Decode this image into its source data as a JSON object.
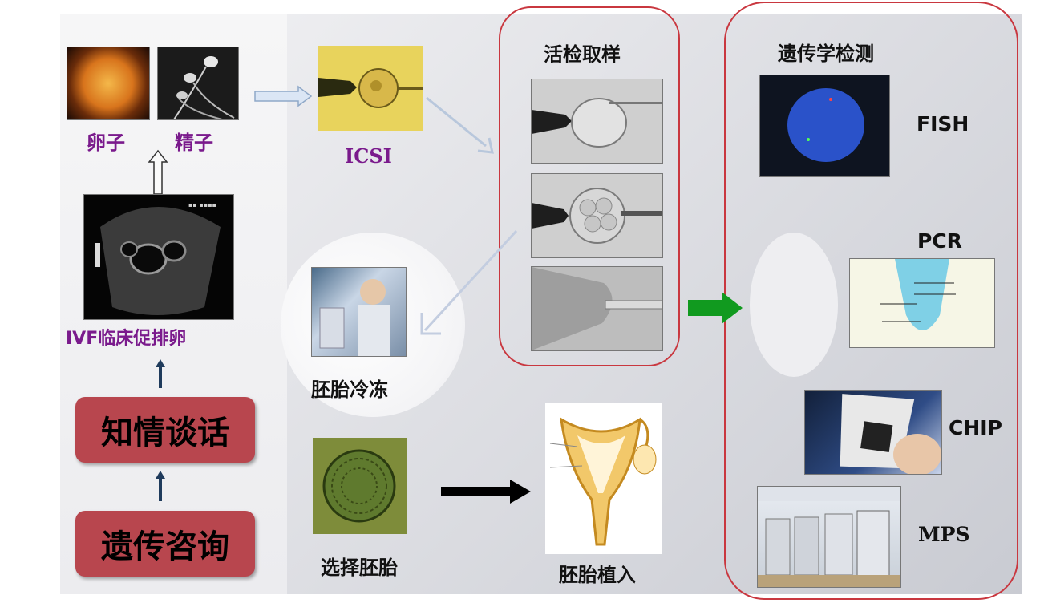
{
  "labels": {
    "egg": "卵子",
    "sperm": "精子",
    "ivf": "IVF临床促排卵",
    "icsi": "ICSI",
    "biopsy": "活检取样",
    "genetic": "遗传学检测",
    "freeze": "胚胎冷冻",
    "select": "选择胚胎",
    "implant": "胚胎植入"
  },
  "steps": {
    "informed_talk": "知情谈话",
    "genetic_counsel": "遗传咨询"
  },
  "methods": [
    "FISH",
    "PCR",
    "CHIP",
    "MPS"
  ],
  "colors": {
    "purple_label": "#7a1a8c",
    "red_step": "#b8464e",
    "frame_red": "#c9373f",
    "green_arrow": "#119a1f"
  }
}
